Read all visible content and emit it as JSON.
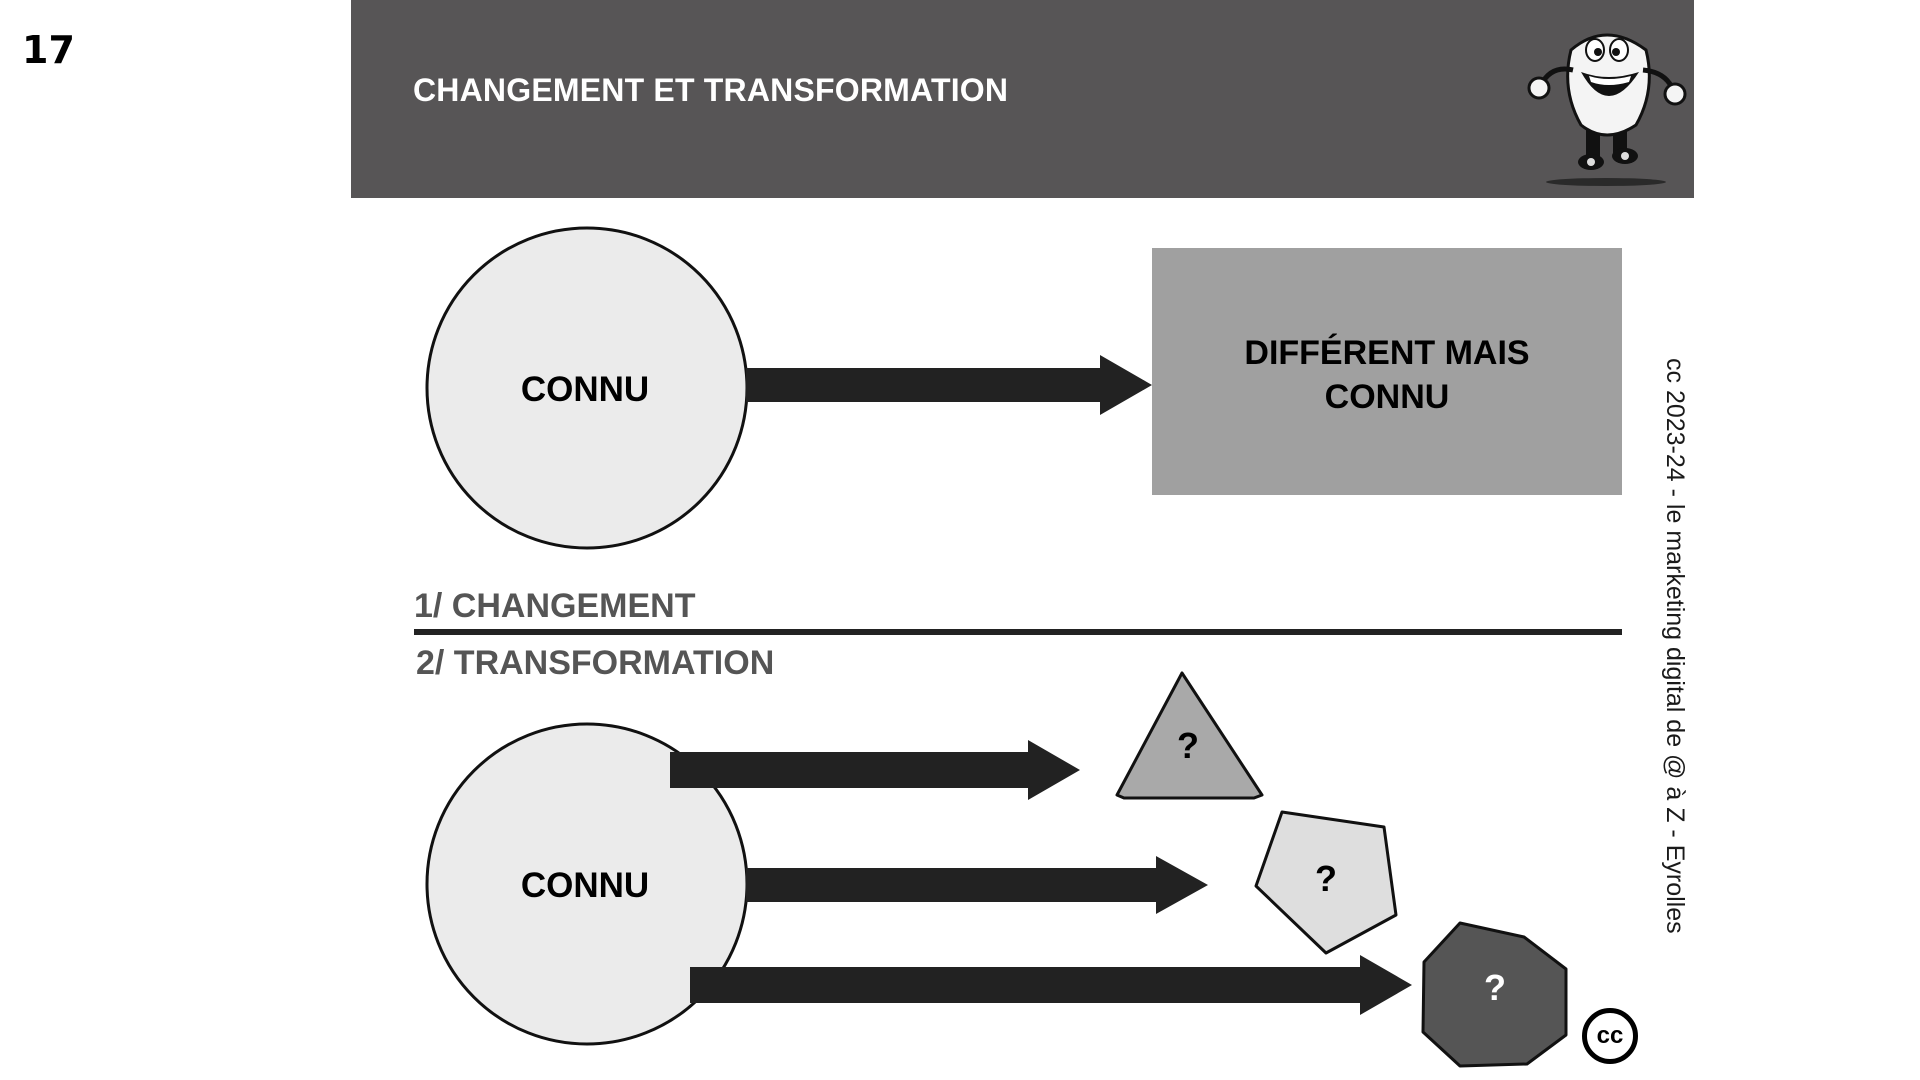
{
  "slide_number": "17",
  "header": {
    "title": "CHANGEMENT ET TRANSFORMATION",
    "mascot_icon": "running-cartoon-character"
  },
  "colors": {
    "header_bg": "#575556",
    "circle_fill": "#ebebeb",
    "box_fill": "#a0a0a0",
    "triangle_fill": "#a9a9a9",
    "pentagon_fill": "#dedede",
    "octagon_fill": "#555555",
    "arrow": "#222222"
  },
  "diagram": {
    "top": {
      "source_label": "CONNU",
      "target_label_line1": "DIFFÉRENT MAIS",
      "target_label_line2": "CONNU"
    },
    "section1_label": "1/ CHANGEMENT",
    "section2_label": "2/ TRANSFORMATION",
    "bottom": {
      "source_label": "CONNU",
      "unknown_labels": [
        "?",
        "?",
        "?"
      ]
    }
  },
  "credit": "cc 2023-24 - le marketing digital de @ à Z - Eyrolles",
  "cc_badge": "cc"
}
